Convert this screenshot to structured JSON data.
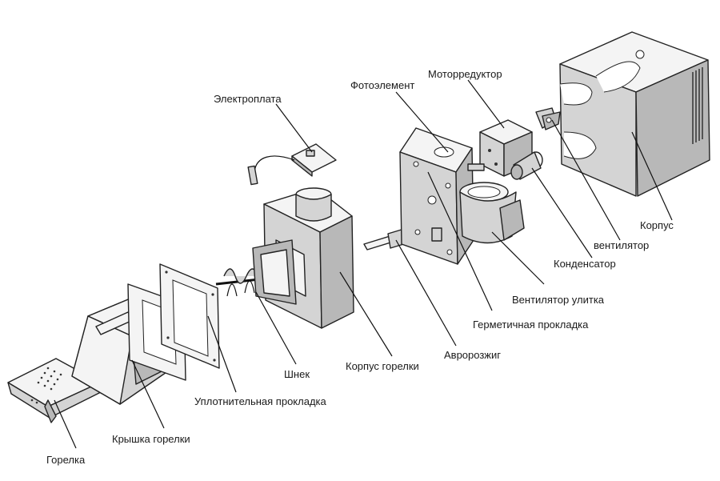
{
  "labels": {
    "elektroplata": "Электроплата",
    "fotoelement": "Фотоэлемент",
    "motorreduktor": "Моторредуктор",
    "korpus": "Корпус",
    "ventilyator": "вентилятор",
    "kondensator": "Конденсатор",
    "ventilyator_ulitka": "Вентилятор улитка",
    "germetichnaya_prokladka": "Герметичная прокладка",
    "avtorozzhig": "Авророзжиг",
    "korpus_gorelki": "Корпус горелки",
    "shnek": "Шнек",
    "uplotnitelnaya_prokladka": "Уплотнительная прокладка",
    "kryshka_gorelki": "Крышка горелки",
    "gorelka": "Горелка"
  }
}
